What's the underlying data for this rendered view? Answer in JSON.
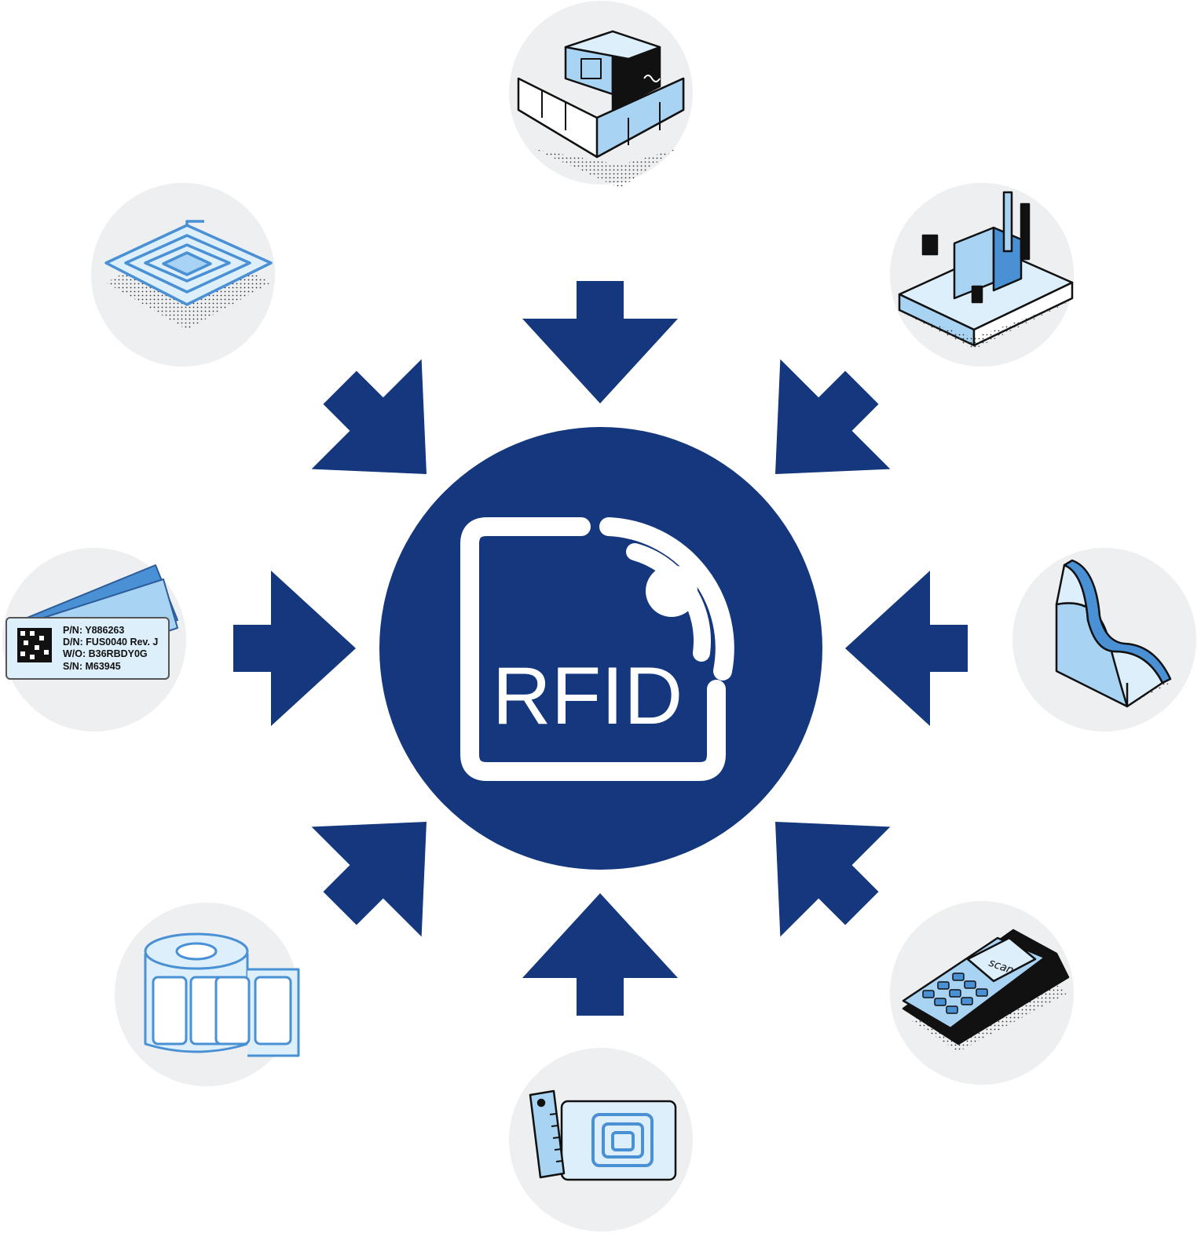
{
  "colors": {
    "primary": "#14377D",
    "bubble": "#EEEFF0",
    "light_blue": "#A9D3F2",
    "mid_blue": "#4A90D4",
    "ink": "#111111",
    "white": "#FFFFFF"
  },
  "center": {
    "label": "RFID",
    "icon": "rfid-tag-icon"
  },
  "arrows": [
    "top",
    "top-right",
    "right",
    "bottom-right",
    "bottom",
    "bottom-left",
    "left",
    "top-left"
  ],
  "items": [
    {
      "id": "pallet",
      "icon": "pallet-boxes-icon"
    },
    {
      "id": "factory",
      "icon": "factory-icon"
    },
    {
      "id": "shape",
      "icon": "curved-shape-icon"
    },
    {
      "id": "scanner",
      "icon": "handheld-scanner-icon",
      "text": "scan"
    },
    {
      "id": "tag-card",
      "icon": "rfid-tag-card-icon"
    },
    {
      "id": "label-roll",
      "icon": "label-roll-icon"
    },
    {
      "id": "labels",
      "icon": "id-label-cards-icon",
      "lines": [
        "P/N: Y886263",
        "D/N: FUS0040 Rev. J",
        "W/O: B36RBDY0G",
        "S/N: M63945"
      ]
    },
    {
      "id": "antenna",
      "icon": "antenna-coil-icon"
    }
  ]
}
